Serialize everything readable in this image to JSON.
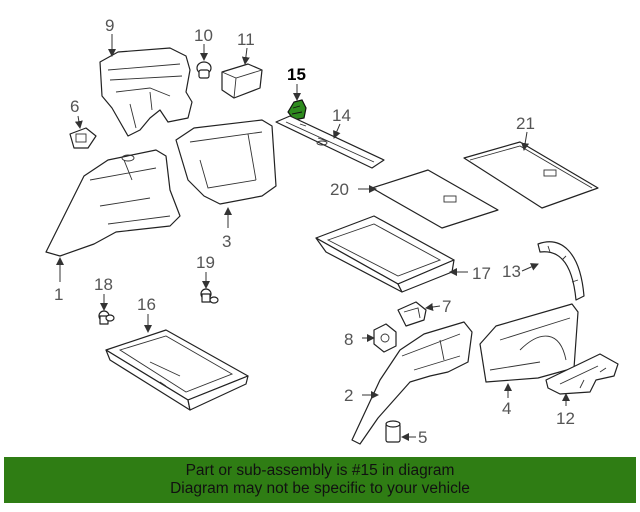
{
  "callouts": {
    "n1": "1",
    "n2": "2",
    "n3": "3",
    "n4": "4",
    "n5": "5",
    "n6": "6",
    "n7": "7",
    "n8": "8",
    "n9": "9",
    "n10": "10",
    "n11": "11",
    "n12": "12",
    "n13": "13",
    "n14": "14",
    "n15": "15",
    "n16": "16",
    "n17": "17",
    "n18": "18",
    "n19": "19",
    "n20": "20",
    "n21": "21"
  },
  "highlight": {
    "part": "15",
    "color": "#2e8b1e"
  },
  "banner": {
    "line1": "Part or sub-assembly is #15 in diagram",
    "line2": "Diagram may not be specific to your vehicle",
    "color": "#2f7d14"
  }
}
